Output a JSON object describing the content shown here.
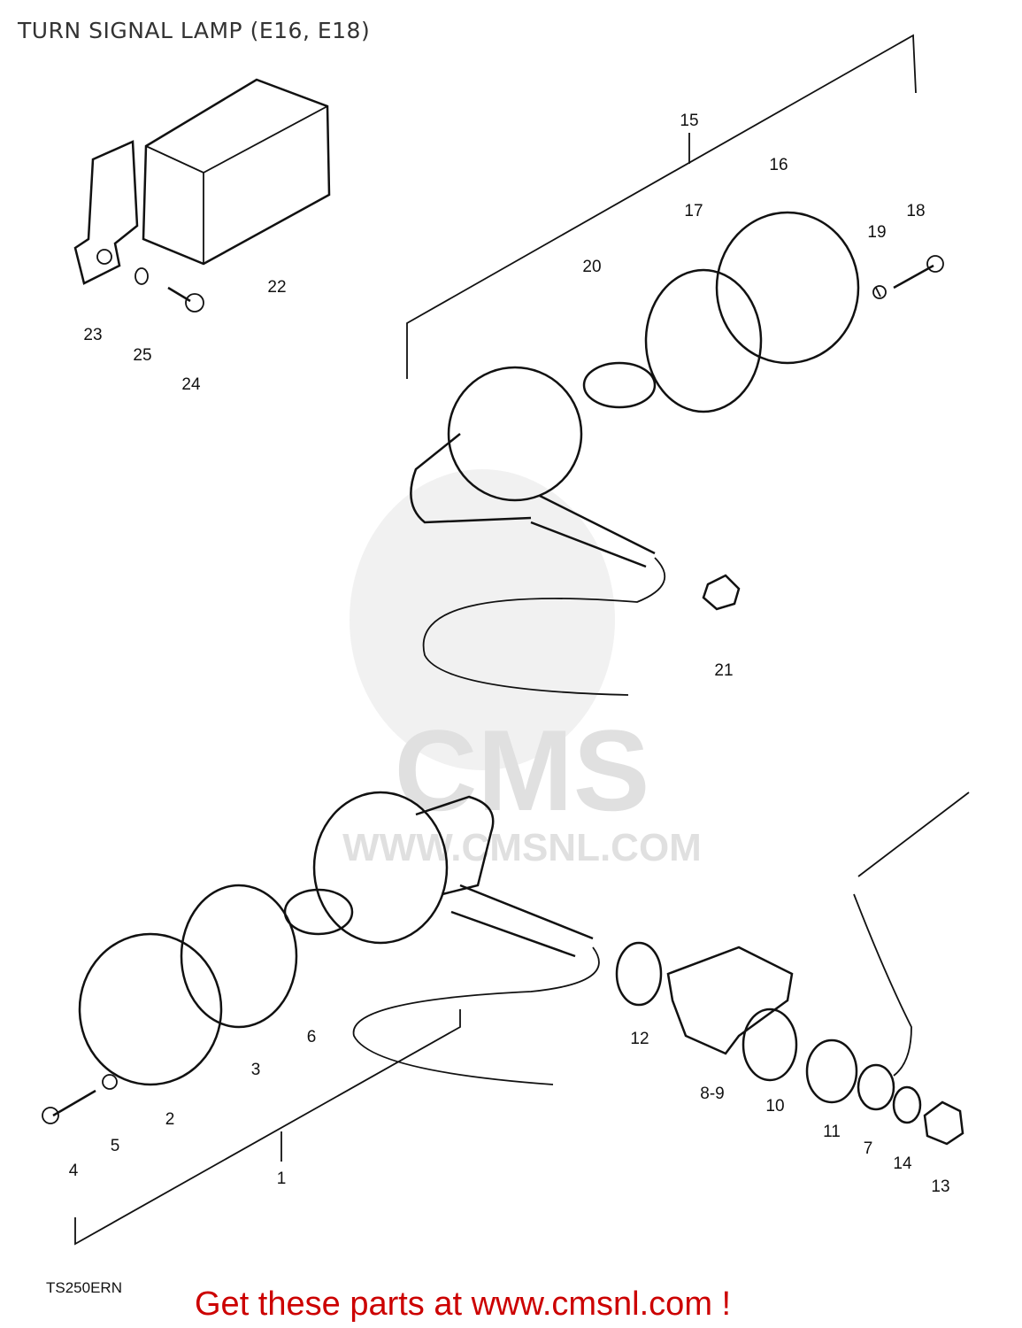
{
  "title": "TURN SIGNAL LAMP (E16, E18)",
  "model_code": "TS250ERN",
  "promo_text": "Get these parts at www.cmsnl.com !",
  "watermark": {
    "logo_text": "CMS",
    "url_text": "WWW.CMSNL.COM"
  },
  "colors": {
    "promo": "#cc0000",
    "line": "#111111",
    "watermark": "#e4e4e4"
  },
  "part_labels": [
    "15",
    "16",
    "17",
    "18",
    "19",
    "20",
    "22",
    "23",
    "25",
    "24",
    "21",
    "12",
    "6",
    "3",
    "8-9",
    "10",
    "11",
    "2",
    "5",
    "7",
    "14",
    "13",
    "4",
    "1"
  ]
}
